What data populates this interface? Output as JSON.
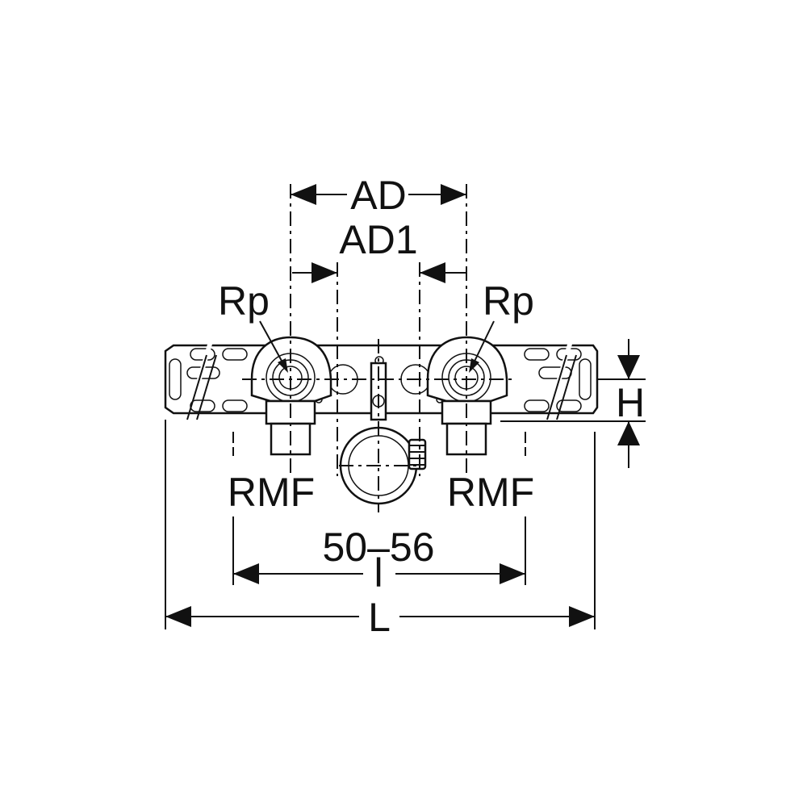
{
  "dimensions": {
    "ad": "AD",
    "ad1": "AD1",
    "rp_left": "Rp",
    "rp_right": "Rp",
    "h": "H",
    "rmf_left": "RMF",
    "rmf_right": "RMF",
    "spacing": "50–56",
    "l_small": "l",
    "l_total": "L"
  }
}
